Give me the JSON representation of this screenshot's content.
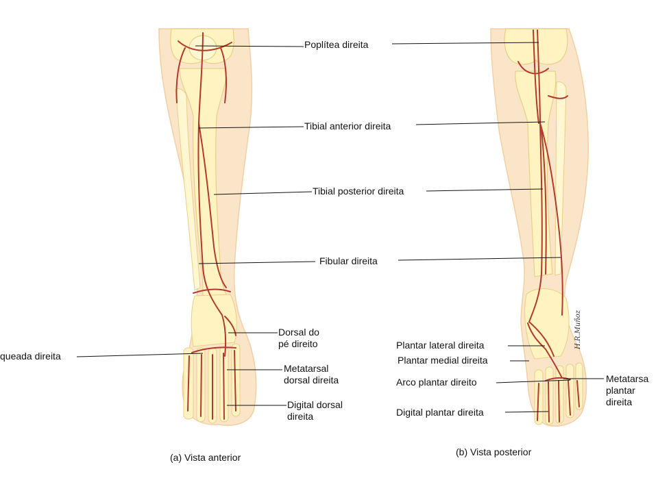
{
  "labels": {
    "poplitea": "Poplítea direita",
    "tibial_anterior": "Tibial anterior direita",
    "tibial_posterior": "Tibial posterior direita",
    "fibular": "Fibular direita",
    "dorsal_pe_1": "Dorsal do",
    "dorsal_pe_2": "pé direito",
    "arqueada": "queada direita",
    "metatarsal_dorsal_1": "Metatarsal",
    "metatarsal_dorsal_2": "dorsal direita",
    "digital_dorsal_1": "Digital dorsal",
    "digital_dorsal_2": "direita",
    "plantar_lateral": "Plantar lateral direita",
    "plantar_medial": "Plantar medial direita",
    "arco_plantar": "Arco plantar direito",
    "digital_plantar": "Digital plantar direita",
    "metatarsal_plantar_1": "Metatarsa",
    "metatarsal_plantar_2": "plantar",
    "metatarsal_plantar_3": "direita"
  },
  "captions": {
    "anterior": "(a) Vista anterior",
    "posterior": "(b) Vista posterior"
  },
  "signature": "H.R.Muñoz",
  "colors": {
    "skin": "#fbe5c8",
    "skin_edge": "#f3cfa3",
    "bone": "#fff3c2",
    "bone_edge": "#e8cf86",
    "artery": "#b23a2c",
    "leader": "#111111"
  }
}
